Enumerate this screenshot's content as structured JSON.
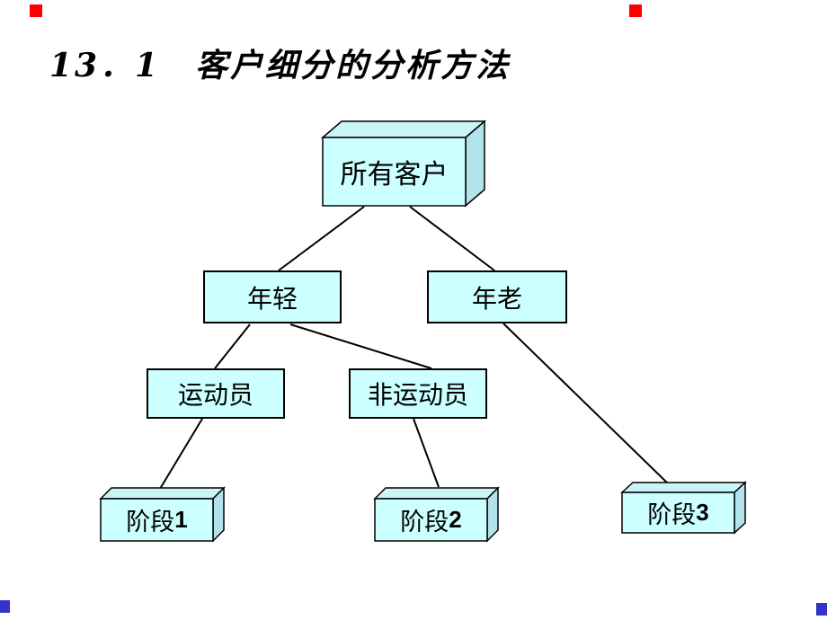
{
  "slide": {
    "title": "13．1　客户细分的分析方法",
    "colors": {
      "background": "#FFFFFF",
      "box_fill": "#CCFFFF",
      "box_top": "#C9F4F8",
      "box_side": "#B2E3EA",
      "border": "#000000",
      "line": "#000000",
      "red_sq": "#FF0000",
      "blue_sq": "#3333CC",
      "title_color": "#000000"
    }
  },
  "tree": {
    "root": {
      "label": "所有客户"
    },
    "level2": [
      {
        "label": "年轻"
      },
      {
        "label": "年老"
      }
    ],
    "level3": [
      {
        "label": "运动员"
      },
      {
        "label": "非运动员"
      }
    ],
    "stages": [
      {
        "name": "阶段",
        "num": "1"
      },
      {
        "name": "阶段",
        "num": "2"
      },
      {
        "name": "阶段",
        "num": "3"
      }
    ]
  }
}
